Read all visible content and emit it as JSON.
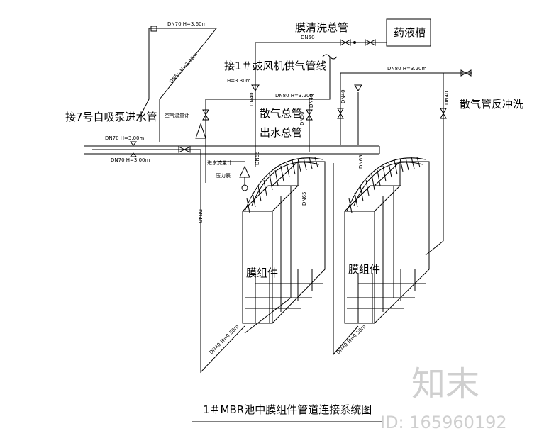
{
  "labels": {
    "membrane_cleaning_main": "膜清洗总管",
    "dn50": "DN50",
    "chemical_tank": "药液槽",
    "blower_supply": "接1＃鼓风机供气管线",
    "pump_inlet": "接7号自吸泵进水管",
    "air_main": "散气总管",
    "outlet_main": "出水总管",
    "aeration_backwash": "散气管反冲洗",
    "air_flowmeter": "空气流量计",
    "water_flowmeter": "进水流量计",
    "pressure_gauge": "压力表",
    "membrane_module_1": "膜组件",
    "membrane_module_2": "膜组件",
    "dn70_h360": "DN70 H=3.60m",
    "dn70_h300_a": "DN70 H=3.00m",
    "dn70_h300_b": "DN70 H=3.00m",
    "dn80_h320_a": "DN80 H=3.20m",
    "dn80_h320_b": "DN80 H=3.20m",
    "h330": "H=3.30m",
    "dn50_h300": "DN50 H=3.00m",
    "dn40_a": "DN40",
    "dn40_b": "DN40",
    "dn40_c": "DN40",
    "dn40_d": "DN40",
    "dn40_e": "DN40",
    "dn65_a": "DN65",
    "dn65_b": "DN65",
    "dn65_c": "DN65",
    "dn50_a": "DN50",
    "dn40_low_a": "DN40 H=0.50m",
    "dn40_low_b": "DN40 H=0.50m",
    "title": "1＃MBR池中膜组件管道连接系统图"
  },
  "watermark": {
    "brand": "知末",
    "id": "ID: 165960192"
  }
}
